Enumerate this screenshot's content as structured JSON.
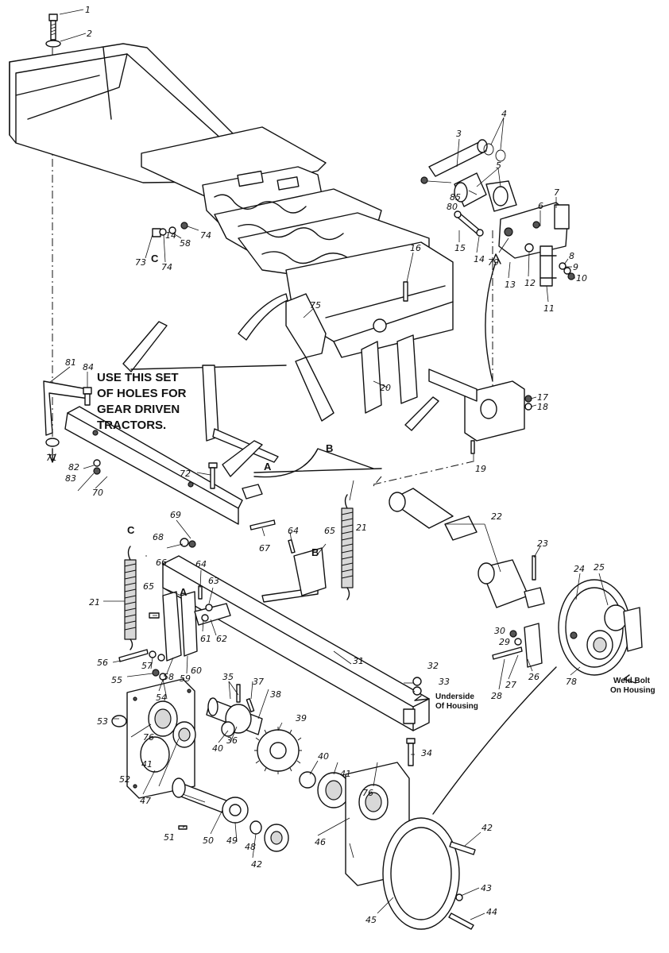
{
  "callouts": [
    {
      "id": "c1",
      "text": "1"
    },
    {
      "id": "c2",
      "text": "2"
    },
    {
      "id": "c3",
      "text": "3"
    },
    {
      "id": "c4",
      "text": "4"
    },
    {
      "id": "c5",
      "text": "5"
    },
    {
      "id": "c6",
      "text": "6"
    },
    {
      "id": "c7",
      "text": "7"
    },
    {
      "id": "c8",
      "text": "8"
    },
    {
      "id": "c9",
      "text": "9"
    },
    {
      "id": "c10",
      "text": "10"
    },
    {
      "id": "c11",
      "text": "11"
    },
    {
      "id": "c12",
      "text": "12"
    },
    {
      "id": "c13",
      "text": "13"
    },
    {
      "id": "c14a",
      "text": "14"
    },
    {
      "id": "c15",
      "text": "15"
    },
    {
      "id": "c16",
      "text": "16"
    },
    {
      "id": "c17",
      "text": "17"
    },
    {
      "id": "c18",
      "text": "18"
    },
    {
      "id": "c19",
      "text": "19"
    },
    {
      "id": "c20",
      "text": "20"
    },
    {
      "id": "c21a",
      "text": "21"
    },
    {
      "id": "c21b",
      "text": "21"
    },
    {
      "id": "c22",
      "text": "22"
    },
    {
      "id": "c23",
      "text": "23"
    },
    {
      "id": "c24",
      "text": "24"
    },
    {
      "id": "c25a",
      "text": "25"
    },
    {
      "id": "c25b",
      "text": "75"
    },
    {
      "id": "c26",
      "text": "26"
    },
    {
      "id": "c27",
      "text": "27"
    },
    {
      "id": "c28",
      "text": "28"
    },
    {
      "id": "c29",
      "text": "29"
    },
    {
      "id": "c30",
      "text": "30"
    },
    {
      "id": "c31",
      "text": "31"
    },
    {
      "id": "c32",
      "text": "32"
    },
    {
      "id": "c33",
      "text": "33"
    },
    {
      "id": "c34",
      "text": "34"
    },
    {
      "id": "c35",
      "text": "35"
    },
    {
      "id": "c36",
      "text": "36"
    },
    {
      "id": "c37",
      "text": "37"
    },
    {
      "id": "c38",
      "text": "38"
    },
    {
      "id": "c39",
      "text": "39"
    },
    {
      "id": "c40a",
      "text": "40"
    },
    {
      "id": "c40b",
      "text": "40"
    },
    {
      "id": "c41a",
      "text": "41"
    },
    {
      "id": "c41b",
      "text": "41"
    },
    {
      "id": "c42a",
      "text": "42"
    },
    {
      "id": "c42b",
      "text": "42"
    },
    {
      "id": "c43",
      "text": "43"
    },
    {
      "id": "c44",
      "text": "44"
    },
    {
      "id": "c45",
      "text": "45"
    },
    {
      "id": "c46",
      "text": "46"
    },
    {
      "id": "c47",
      "text": "47"
    },
    {
      "id": "c48",
      "text": "48"
    },
    {
      "id": "c49",
      "text": "49"
    },
    {
      "id": "c50",
      "text": "50"
    },
    {
      "id": "c51",
      "text": "51"
    },
    {
      "id": "c52",
      "text": "52"
    },
    {
      "id": "c53",
      "text": "53"
    },
    {
      "id": "c54",
      "text": "54"
    },
    {
      "id": "c55",
      "text": "55"
    },
    {
      "id": "c56",
      "text": "56"
    },
    {
      "id": "c57",
      "text": "57"
    },
    {
      "id": "c58a",
      "text": "58"
    },
    {
      "id": "c58b",
      "text": "58"
    },
    {
      "id": "c59",
      "text": "59"
    },
    {
      "id": "c60",
      "text": "60"
    },
    {
      "id": "c61",
      "text": "61"
    },
    {
      "id": "c62",
      "text": "62"
    },
    {
      "id": "c63",
      "text": "63"
    },
    {
      "id": "c64a",
      "text": "64"
    },
    {
      "id": "c64b",
      "text": "64"
    },
    {
      "id": "c65a",
      "text": "65"
    },
    {
      "id": "c65b",
      "text": "65"
    },
    {
      "id": "c66",
      "text": "66"
    },
    {
      "id": "c67",
      "text": "67"
    },
    {
      "id": "c68",
      "text": "68"
    },
    {
      "id": "c69",
      "text": "69"
    },
    {
      "id": "c70",
      "text": "70"
    },
    {
      "id": "c71",
      "text": "71"
    },
    {
      "id": "c72",
      "text": "72"
    },
    {
      "id": "c73",
      "text": "73"
    },
    {
      "id": "c74a",
      "text": "74"
    },
    {
      "id": "c74b",
      "text": "74"
    },
    {
      "id": "c76a",
      "text": "76"
    },
    {
      "id": "c76b",
      "text": "76"
    },
    {
      "id": "c78",
      "text": "78"
    },
    {
      "id": "c79",
      "text": "79"
    },
    {
      "id": "c80",
      "text": "80"
    },
    {
      "id": "c81",
      "text": "81"
    },
    {
      "id": "c82",
      "text": "82"
    },
    {
      "id": "c83",
      "text": "83"
    },
    {
      "id": "c84",
      "text": "84"
    },
    {
      "id": "c85",
      "text": "85"
    },
    {
      "id": "c14b",
      "text": "14"
    }
  ],
  "letters": {
    "a1": "A",
    "a2": "A",
    "b1": "B",
    "b2": "B",
    "cc1": "C",
    "cc2": "C"
  },
  "notes": {
    "holes_line1": "USE THIS SET",
    "holes_line2": "OF HOLES FOR",
    "holes_line3": "GEAR DRIVEN",
    "holes_line4": "TRACTORS.",
    "underside_line1": "Underside",
    "underside_line2": "Of Housing",
    "weld_line1": "Weld Bolt",
    "weld_line2": "On Housing"
  }
}
